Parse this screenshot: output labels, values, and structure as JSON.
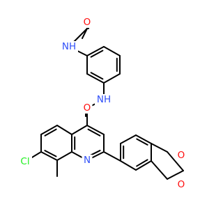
{
  "colors": {
    "carbon": "#000000",
    "oxygen": "#ff0d0d",
    "nitrogen": "#3050f8",
    "chlorine": "#1ff01f",
    "background": "#ffffff"
  },
  "atoms": {
    "o_acetyl": {
      "text": "O",
      "element": "oxygen"
    },
    "nh_acetamide": {
      "text": "NH",
      "element": "nitrogen"
    },
    "o_amide": {
      "text": "O",
      "element": "oxygen"
    },
    "nh_amide": {
      "text": "NH",
      "element": "nitrogen"
    },
    "n_quinoline": {
      "text": "N",
      "element": "nitrogen"
    },
    "cl": {
      "text": "Cl",
      "element": "chlorine"
    },
    "o_dioxole_top": {
      "text": "O",
      "element": "oxygen"
    },
    "o_dioxole_bottom": {
      "text": "O",
      "element": "oxygen"
    }
  }
}
